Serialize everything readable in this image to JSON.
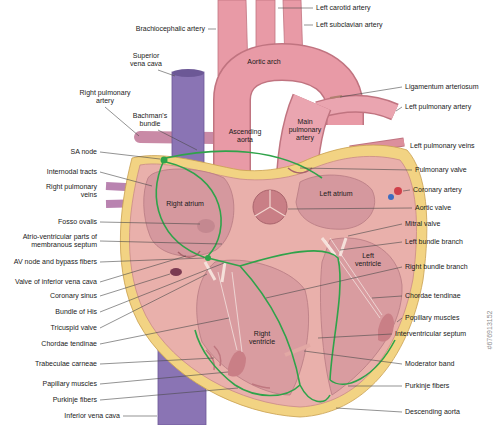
{
  "diagram": {
    "labels": [
      "Left carotid artery",
      "Left subclavian artery",
      "Brachiocephalic artery",
      "Superior vena cava",
      "Aortic arch",
      "Ligamentum arteriosum",
      "Right pulmonary artery",
      "Left pulmonary artery",
      "Bachman's bundle",
      "Main pulmonary artery",
      "Ascending aorta",
      "Left pulmonary veins",
      "SA node",
      "Pulmonary valve",
      "Internodal tracts",
      "Right pulmonary veins",
      "Coronary artery",
      "Left atrium",
      "Right atrium",
      "Aortic valve",
      "Fosso ovalis",
      "Mitral valve",
      "Atrio-ventricular parts of membranous septum",
      "Left bundle branch",
      "Left ventricle",
      "AV node and bypass fibers",
      "Right bundle branch",
      "Valve of inferior vena cava",
      "Coronary sinus",
      "Chordae tendinae",
      "Bundle of His",
      "Popillary muscles",
      "Tricuspid valve",
      "Right ventricle",
      "Interventricular septum",
      "Chordae tendinae",
      "Trabeculae carneae",
      "Moderator band",
      "Papillary muscles",
      "Purkinje fibers",
      "Purkinje fibers",
      "Descending aorta",
      "Inferior vena cava",
      "#676913152"
    ]
  }
}
